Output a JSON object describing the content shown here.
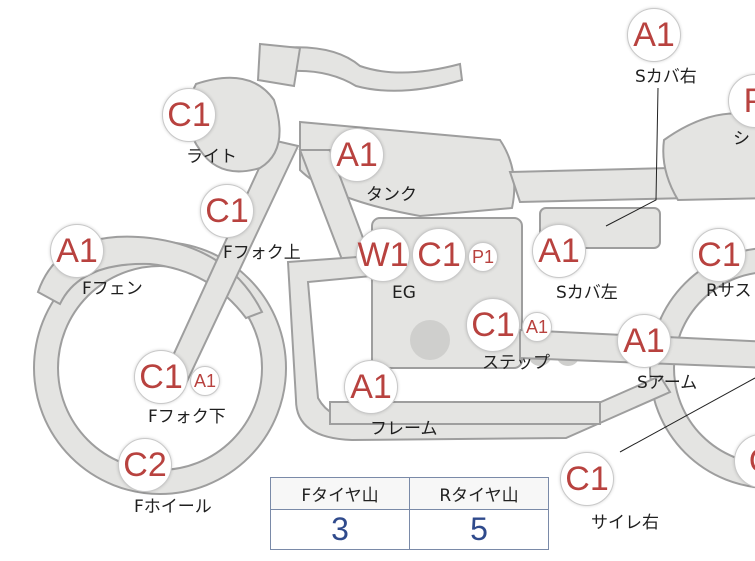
{
  "badges": {
    "s_cover_right": "A1",
    "p_right_edge": "P",
    "light": "C1",
    "tank": "A1",
    "fork_upper": "C1",
    "front_fender": "A1",
    "engine_w": "W1",
    "engine_c": "C1",
    "engine_p": "P1",
    "s_cover_left": "A1",
    "rear_sus": "C1",
    "step_c": "C1",
    "step_a": "A1",
    "s_arm": "A1",
    "fork_lower_c": "C1",
    "fork_lower_a": "A1",
    "frame": "A1",
    "front_wheel": "C2",
    "silencer_right": "C1",
    "right_edge_c": "C"
  },
  "labels": {
    "s_cover_right": "Sカバ右",
    "right_edge_seat": "シ",
    "light": "ライト",
    "tank": "タンク",
    "fork_upper": "Fフォク上",
    "front_fender": "Fフェン",
    "engine": "EG",
    "s_cover_left": "Sカバ左",
    "rear_sus": "Rサス",
    "step": "ステップ",
    "s_arm": "Sアーム",
    "fork_lower": "Fフォク下",
    "frame": "フレーム",
    "front_wheel": "Fホイール",
    "silencer_right": "サイレ右"
  },
  "tread_table": {
    "headers": [
      "Fタイヤ山",
      "Rタイヤ山"
    ],
    "values": [
      "3",
      "5"
    ]
  },
  "colors": {
    "badge_text": "#b8423f",
    "bike_fill": "#e4e4e2",
    "bike_stroke": "#9e9e9e",
    "table_values": "#2f4a8c"
  }
}
